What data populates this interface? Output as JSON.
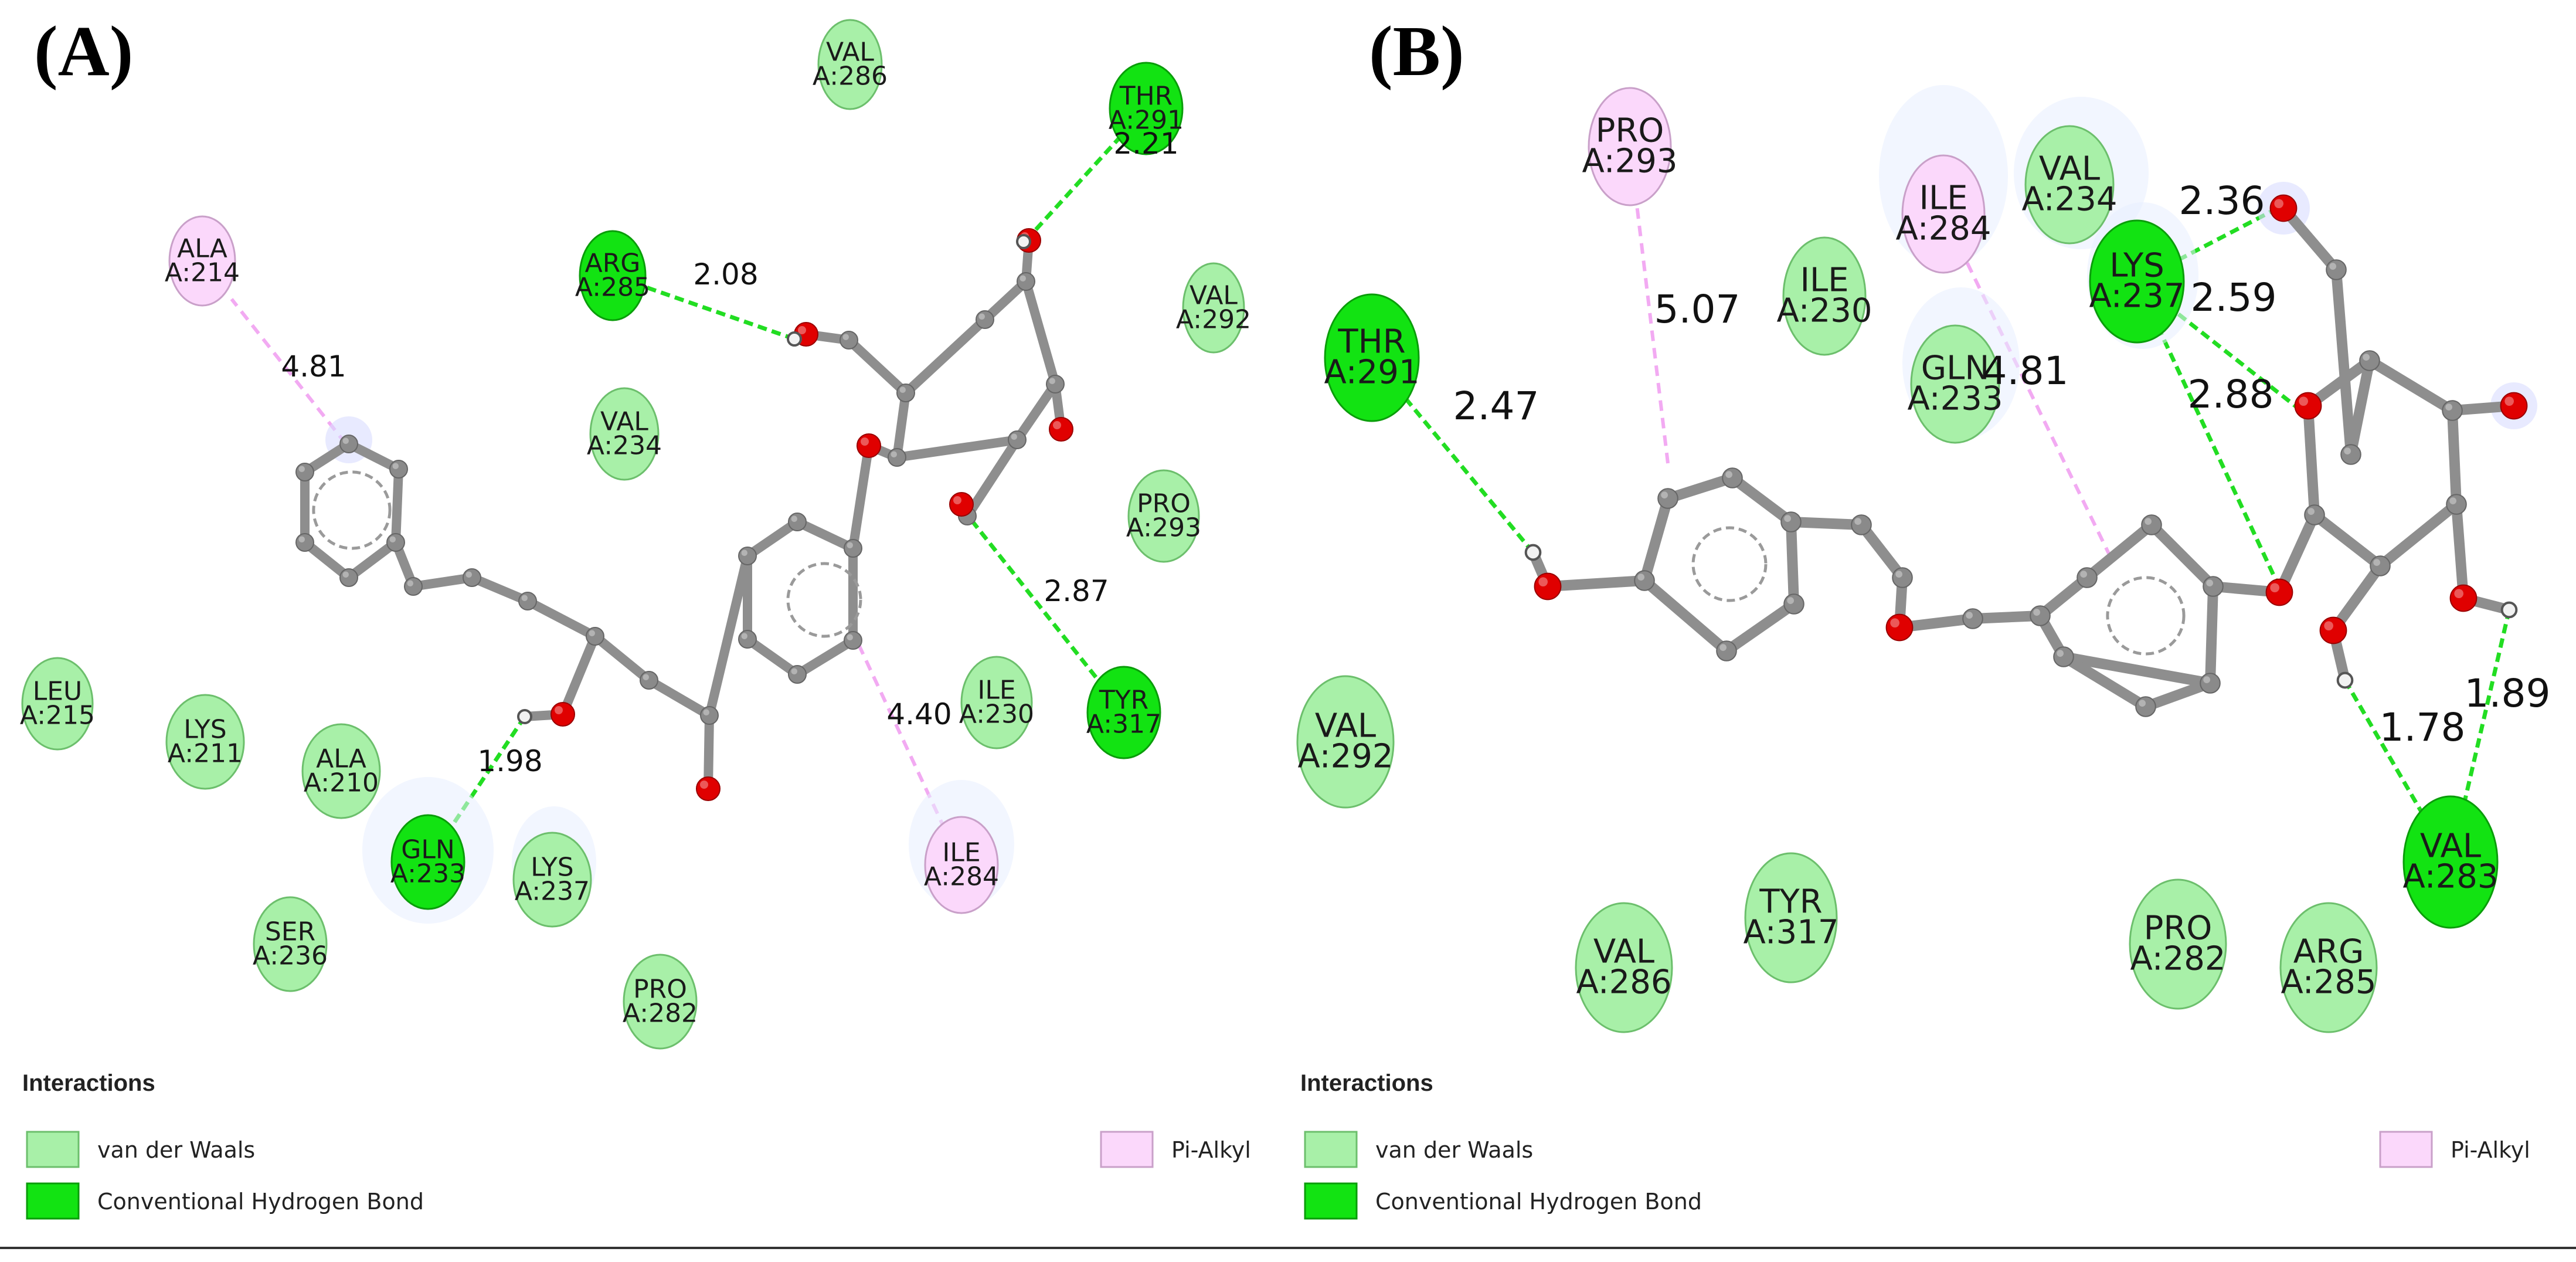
{
  "colors": {
    "vdw_fill": "#a8f0a8",
    "hbond_fill": "#12e312",
    "pialkyl_fill": "#fbd8fb",
    "hbond_line": "#22dd22",
    "pialkyl_line": "#f2aaf2",
    "bond": "#8e8e8e",
    "carbon": "#8a8a8a",
    "oxygen": "#e00000",
    "hydrogen": "#f2f2f2"
  },
  "legend_classes": [
    "vdw",
    "hbond",
    "pialkyl"
  ],
  "panels": [
    {
      "id": "A",
      "label": "(A)",
      "legend": {
        "title": "Interactions",
        "items": [
          {
            "class": "vdw",
            "text": "van der Waals"
          },
          {
            "class": "hbond",
            "text": "Conventional Hydrogen Bond"
          },
          {
            "class": "pialkyl",
            "text": "Pi-Alkyl"
          }
        ]
      },
      "residues": [
        {
          "name": "VAL",
          "id": "A:286",
          "class": "vdw"
        },
        {
          "name": "THR",
          "id": "A:291",
          "class": "hbond"
        },
        {
          "name": "ALA",
          "id": "A:214",
          "class": "pialkyl"
        },
        {
          "name": "ARG",
          "id": "A:285",
          "class": "hbond"
        },
        {
          "name": "VAL",
          "id": "A:292",
          "class": "vdw"
        },
        {
          "name": "VAL",
          "id": "A:234",
          "class": "vdw"
        },
        {
          "name": "PRO",
          "id": "A:293",
          "class": "vdw"
        },
        {
          "name": "LEU",
          "id": "A:215",
          "class": "vdw"
        },
        {
          "name": "LYS",
          "id": "A:211",
          "class": "vdw"
        },
        {
          "name": "ALA",
          "id": "A:210",
          "class": "vdw"
        },
        {
          "name": "ILE",
          "id": "A:230",
          "class": "vdw"
        },
        {
          "name": "TYR",
          "id": "A:317",
          "class": "hbond"
        },
        {
          "name": "GLN",
          "id": "A:233",
          "class": "hbond"
        },
        {
          "name": "LYS",
          "id": "A:237",
          "class": "vdw"
        },
        {
          "name": "ILE",
          "id": "A:284",
          "class": "pialkyl"
        },
        {
          "name": "SER",
          "id": "A:236",
          "class": "vdw"
        },
        {
          "name": "PRO",
          "id": "A:282",
          "class": "vdw"
        }
      ],
      "interactions": [
        {
          "residue": "THR A:291",
          "type": "hbond",
          "distance": "2.21"
        },
        {
          "residue": "ARG A:285",
          "type": "hbond",
          "distance": "2.08"
        },
        {
          "residue": "ALA A:214",
          "type": "pialkyl",
          "distance": "4.81"
        },
        {
          "residue": "TYR A:317",
          "type": "hbond",
          "distance": "2.87"
        },
        {
          "residue": "ILE A:284",
          "type": "pialkyl",
          "distance": "4.40"
        },
        {
          "residue": "GLN A:233",
          "type": "hbond",
          "distance": "1.98"
        }
      ]
    },
    {
      "id": "B",
      "label": "(B)",
      "legend": {
        "title": "Interactions",
        "items": [
          {
            "class": "vdw",
            "text": "van der Waals"
          },
          {
            "class": "hbond",
            "text": "Conventional Hydrogen Bond"
          },
          {
            "class": "pialkyl",
            "text": "Pi-Alkyl"
          }
        ]
      },
      "residues": [
        {
          "name": "PRO",
          "id": "A:293",
          "class": "pialkyl"
        },
        {
          "name": "ILE",
          "id": "A:284",
          "class": "pialkyl"
        },
        {
          "name": "VAL",
          "id": "A:234",
          "class": "vdw"
        },
        {
          "name": "LYS",
          "id": "A:237",
          "class": "hbond"
        },
        {
          "name": "ILE",
          "id": "A:230",
          "class": "vdw"
        },
        {
          "name": "THR",
          "id": "A:291",
          "class": "hbond"
        },
        {
          "name": "GLN",
          "id": "A:233",
          "class": "vdw"
        },
        {
          "name": "VAL",
          "id": "A:292",
          "class": "vdw"
        },
        {
          "name": "VAL",
          "id": "A:283",
          "class": "hbond"
        },
        {
          "name": "TYR",
          "id": "A:317",
          "class": "vdw"
        },
        {
          "name": "PRO",
          "id": "A:282",
          "class": "vdw"
        },
        {
          "name": "ARG",
          "id": "A:285",
          "class": "vdw"
        },
        {
          "name": "VAL",
          "id": "A:286",
          "class": "vdw"
        }
      ],
      "interactions": [
        {
          "residue": "PRO A:293",
          "type": "pialkyl",
          "distance": "5.07"
        },
        {
          "residue": "THR A:291",
          "type": "hbond",
          "distance": "2.47"
        },
        {
          "residue": "ILE A:284",
          "type": "pialkyl",
          "distance": "4.81"
        },
        {
          "residue": "LYS A:237",
          "type": "hbond",
          "distance": "2.36"
        },
        {
          "residue": "LYS A:237",
          "type": "hbond",
          "distance": "2.59"
        },
        {
          "residue": "LYS A:237",
          "type": "hbond",
          "distance": "2.88"
        },
        {
          "residue": "VAL A:283",
          "type": "hbond",
          "distance": "1.78"
        },
        {
          "residue": "VAL A:283",
          "type": "hbond",
          "distance": "1.89"
        }
      ]
    }
  ]
}
